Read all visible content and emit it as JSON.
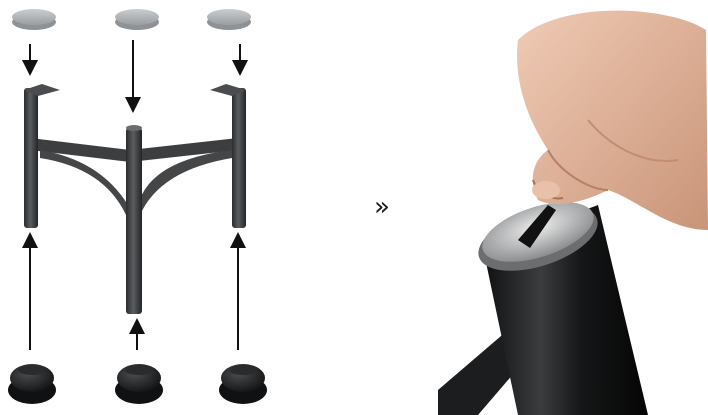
{
  "separator": "»",
  "parts": {
    "top_caps": [
      "grey-cap",
      "grey-cap",
      "grey-cap"
    ],
    "bottom_glides": [
      "black-glide",
      "black-glide",
      "black-glide"
    ]
  },
  "colors": {
    "cap_grey": "#b4b8bb",
    "frame_dark": "#3b3d3f",
    "glide_black": "#1b1c1d",
    "arrow": "#111111",
    "skin": "#e0b9a2"
  }
}
